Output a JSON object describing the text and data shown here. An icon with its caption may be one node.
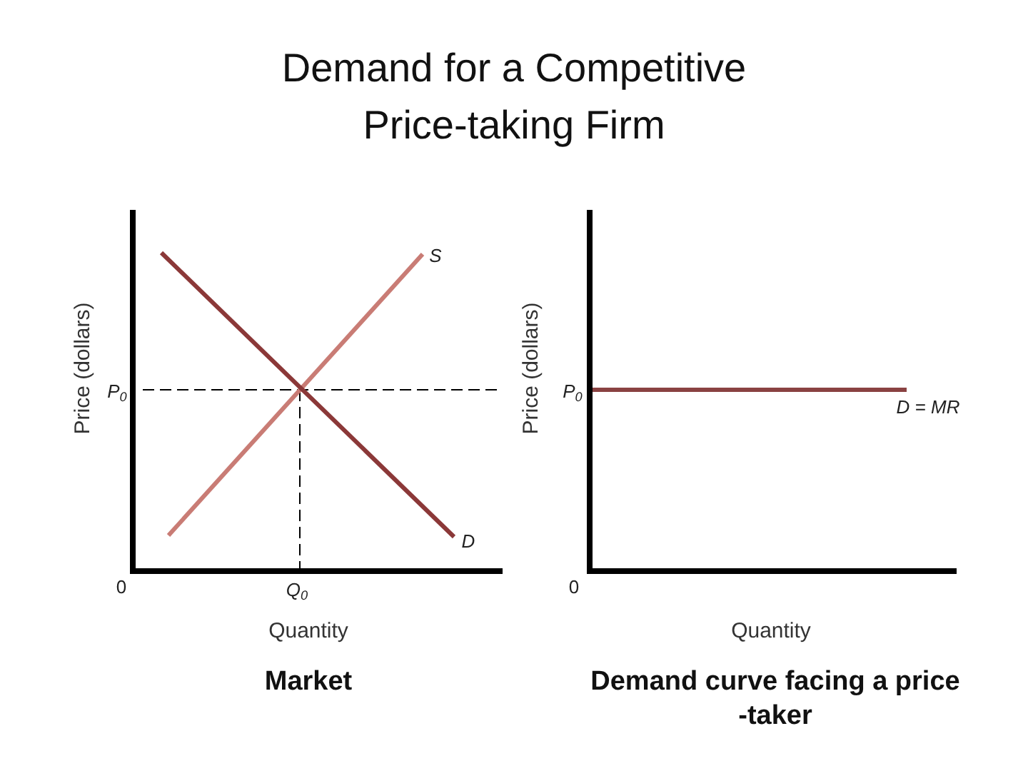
{
  "diagram": {
    "title": "Demand for a Competitive Price-taking Firm",
    "labels": [
      "S",
      "Price (dollars)",
      "Price (dollars)",
      "P$_{0}$",
      "P$_{0}$",
      "D = MR",
      "D",
      "0",
      "Q$_{0}$",
      "0",
      "Quantity",
      "Quantity",
      "Market",
      "Demand curve facing a price -taker"
    ]
  }
}
